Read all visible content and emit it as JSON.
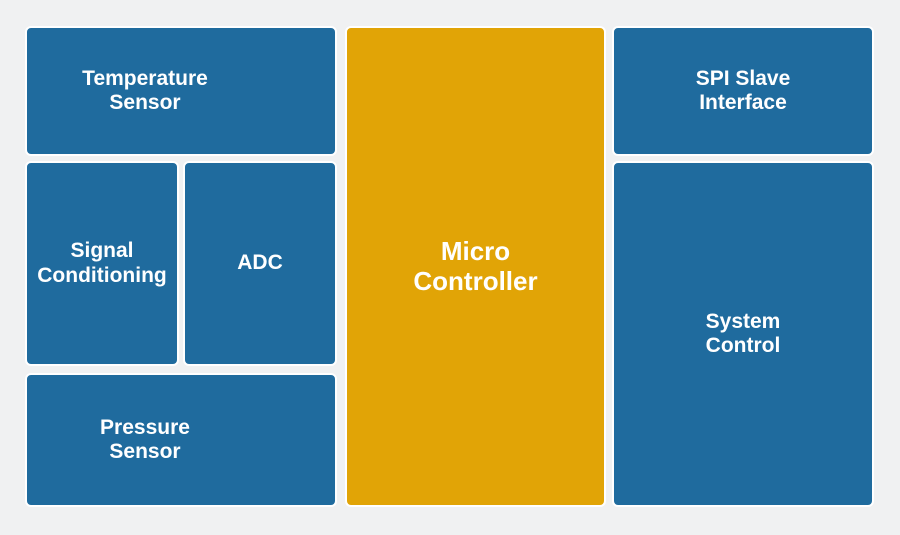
{
  "diagram": {
    "background_color": "#F0F1F2",
    "text_color": "#FFFFFF",
    "block_colors": {
      "blue": "#1F6B9E",
      "orange": "#E1A406"
    },
    "blocks": {
      "temperature_sensor": {
        "label": "Temperature\nSensor",
        "color": "#1F6B9E"
      },
      "signal_conditioning": {
        "label": "Signal\nConditioning",
        "color": "#1F6B9E"
      },
      "adc": {
        "label": "ADC",
        "color": "#1F6B9E"
      },
      "pressure_sensor": {
        "label": "Pressure\nSensor",
        "color": "#1F6B9E"
      },
      "micro_controller": {
        "label": "Micro\nController",
        "color": "#E1A406"
      },
      "spi_slave_interface": {
        "label": "SPI Slave\nInterface",
        "color": "#1F6B9E"
      },
      "system_control": {
        "label": "System\nControl",
        "color": "#1F6B9E"
      }
    }
  }
}
